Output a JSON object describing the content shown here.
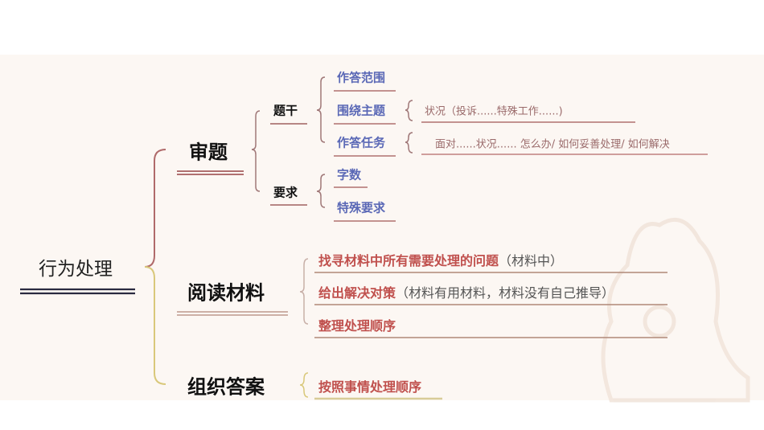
{
  "root": {
    "label": "行为处理"
  },
  "branches": {
    "review": {
      "label": "审题",
      "stem": {
        "label": "题干",
        "items": [
          "作答范围",
          "围绕主题",
          "作答任务"
        ],
        "theme_note": "状况（投诉......特殊工作......)",
        "task_note": "面对......状况......  怎么办/  如何妥善处理/ 如何解决"
      },
      "requirements": {
        "label": "要求",
        "items": [
          "字数",
          "特殊要求"
        ]
      }
    },
    "reading": {
      "label": "阅读材料",
      "items": [
        {
          "main": "找寻材料中所有需要处理的问题",
          "note": "（材料中）"
        },
        {
          "main": "给出解决对策",
          "note": "（材料有用材料，材料没有自己推导）"
        },
        {
          "main": "整理处理顺序",
          "note": ""
        }
      ]
    },
    "answer": {
      "label": "组织答案",
      "items": [
        "按照事情处理顺序"
      ]
    }
  },
  "colors": {
    "background": "#fcf7f3",
    "level3_text": "#5a68b6",
    "action_text": "#c0504d",
    "bracket_top": "#b06a6a",
    "bracket_bottom": "#d9c87a"
  }
}
